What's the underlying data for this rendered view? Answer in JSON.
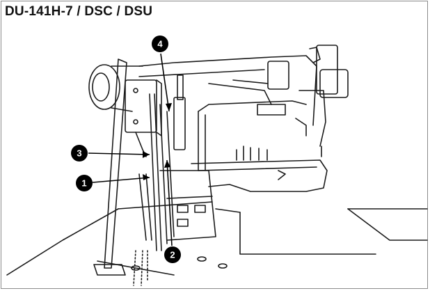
{
  "title": "DU-141H-7 / DSC / DSU",
  "callouts": [
    {
      "id": "1",
      "label": "1"
    },
    {
      "id": "2",
      "label": "2"
    },
    {
      "id": "3",
      "label": "3"
    },
    {
      "id": "4",
      "label": "4"
    }
  ],
  "colors": {
    "line": "#1a1a1a",
    "callout_fill": "#000000",
    "frame": "#8a8a8a"
  }
}
